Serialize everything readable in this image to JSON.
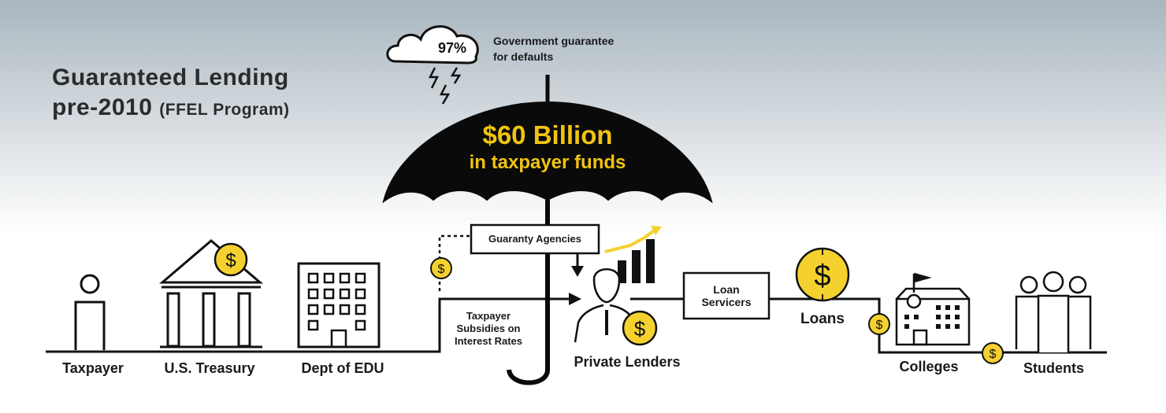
{
  "title": {
    "line1": "Guaranteed Lending",
    "line2": "pre-2010",
    "line2_sub": "(FFEL Program)"
  },
  "cloud": {
    "percent": "97%",
    "note_line1": "Government guarantee",
    "note_line2": "for defaults"
  },
  "umbrella": {
    "amount": "$60 Billion",
    "caption": "in taxpayer funds"
  },
  "boxes": {
    "guaranty": "Guaranty Agencies",
    "servicers_line1": "Loan",
    "servicers_line2": "Servicers"
  },
  "subsidy": {
    "line1": "Taxpayer",
    "line2": "Subsidies on",
    "line3": "Interest Rates"
  },
  "nodes": {
    "taxpayer": "Taxpayer",
    "treasury": "U.S. Treasury",
    "edu": "Dept of EDU",
    "lenders": "Private Lenders",
    "loans": "Loans",
    "colleges": "Colleges",
    "students": "Students"
  },
  "coin_symbol": "$",
  "colors": {
    "accent": "#f5d130",
    "ink": "#111111",
    "umbrella_text": "#f1c40f"
  }
}
